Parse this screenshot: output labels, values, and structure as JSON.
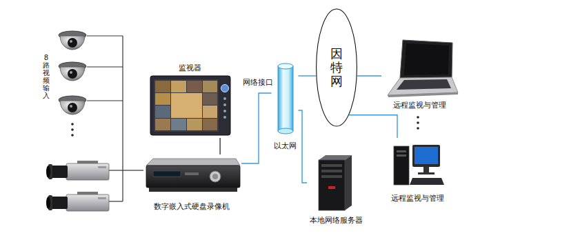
{
  "diagram": {
    "nodes": [
      {
        "text": [
          "监视器"
        ]
      },
      {
        "text": [
          "数字嵌入式硬盘录像机"
        ]
      },
      {
        "text": [
          "以太网"
        ]
      },
      {
        "text": [
          "因特网"
        ]
      },
      {
        "text": [
          "远程监视与管理"
        ]
      },
      {
        "text": [
          "远程监视与管理"
        ]
      },
      {
        "text": [
          "本地网络服务器"
        ]
      }
    ],
    "edges": [
      {
        "from": 0,
        "to": 1,
        "arrow": "none"
      },
      {
        "from": 1,
        "to": 2,
        "arrow": "none"
      },
      {
        "from": 2,
        "to": 3,
        "arrow": "none"
      },
      {
        "from": 2,
        "to": 6,
        "arrow": "none"
      },
      {
        "from": 3,
        "to": 4,
        "arrow": "none"
      },
      {
        "from": 3,
        "to": 5,
        "arrow": "none"
      }
    ],
    "labels": [
      "8路视频输入",
      "网络接口"
    ]
  }
}
